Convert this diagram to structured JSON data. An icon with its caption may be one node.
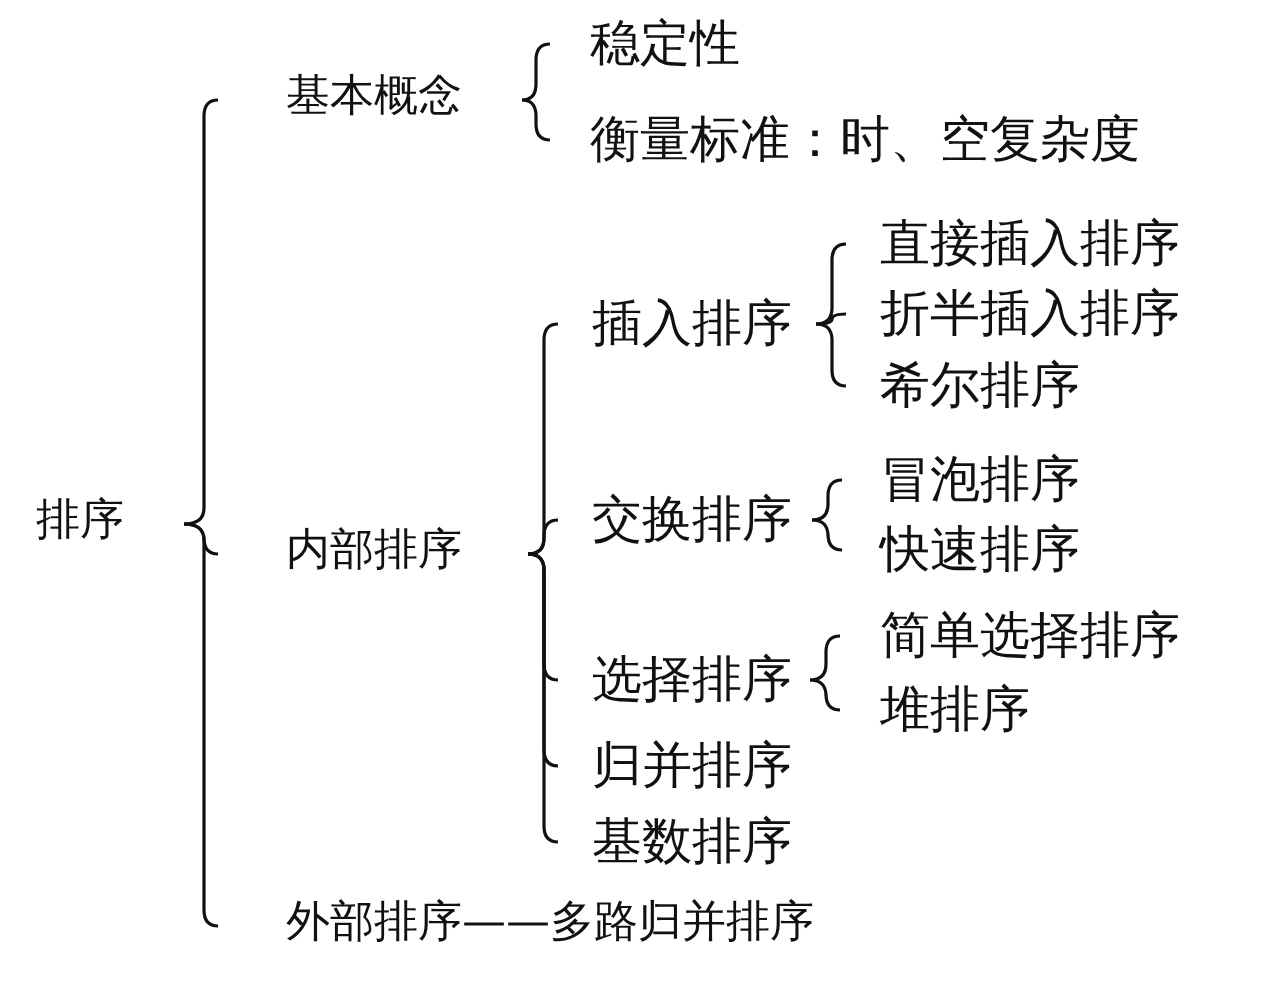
{
  "diagram": {
    "nodes": [
      {
        "text": [
          "排序"
        ]
      },
      {
        "text": [
          "基本概念"
        ]
      },
      {
        "text": [
          "稳定性"
        ]
      },
      {
        "text": [
          "衡量标准：时、空复杂度"
        ]
      },
      {
        "text": [
          "内部排序"
        ]
      },
      {
        "text": [
          "插入排序"
        ]
      },
      {
        "text": [
          "直接插入排序"
        ]
      },
      {
        "text": [
          "折半插入排序"
        ]
      },
      {
        "text": [
          "希尔排序"
        ]
      },
      {
        "text": [
          "交换排序"
        ]
      },
      {
        "text": [
          "冒泡排序"
        ]
      },
      {
        "text": [
          "快速排序"
        ]
      },
      {
        "text": [
          "选择排序"
        ]
      },
      {
        "text": [
          "简单选择排序"
        ]
      },
      {
        "text": [
          "堆排序"
        ]
      },
      {
        "text": [
          "归并排序"
        ]
      },
      {
        "text": [
          "基数排序"
        ]
      },
      {
        "text": [
          "外部排序——多路归并排序"
        ]
      }
    ],
    "edges": [
      {
        "from": 0,
        "to": 1,
        "arrow": "none"
      },
      {
        "from": 0,
        "to": 4,
        "arrow": "none"
      },
      {
        "from": 0,
        "to": 17,
        "arrow": "none"
      },
      {
        "from": 1,
        "to": 2,
        "arrow": "none"
      },
      {
        "from": 1,
        "to": 3,
        "arrow": "none"
      },
      {
        "from": 4,
        "to": 5,
        "arrow": "none"
      },
      {
        "from": 4,
        "to": 9,
        "arrow": "none"
      },
      {
        "from": 4,
        "to": 12,
        "arrow": "none"
      },
      {
        "from": 4,
        "to": 15,
        "arrow": "none"
      },
      {
        "from": 4,
        "to": 16,
        "arrow": "none"
      },
      {
        "from": 5,
        "to": 6,
        "arrow": "none"
      },
      {
        "from": 5,
        "to": 7,
        "arrow": "none"
      },
      {
        "from": 5,
        "to": 8,
        "arrow": "none"
      },
      {
        "from": 9,
        "to": 10,
        "arrow": "none"
      },
      {
        "from": 9,
        "to": 11,
        "arrow": "none"
      },
      {
        "from": 12,
        "to": 13,
        "arrow": "none"
      },
      {
        "from": 12,
        "to": 14,
        "arrow": "none"
      }
    ]
  }
}
